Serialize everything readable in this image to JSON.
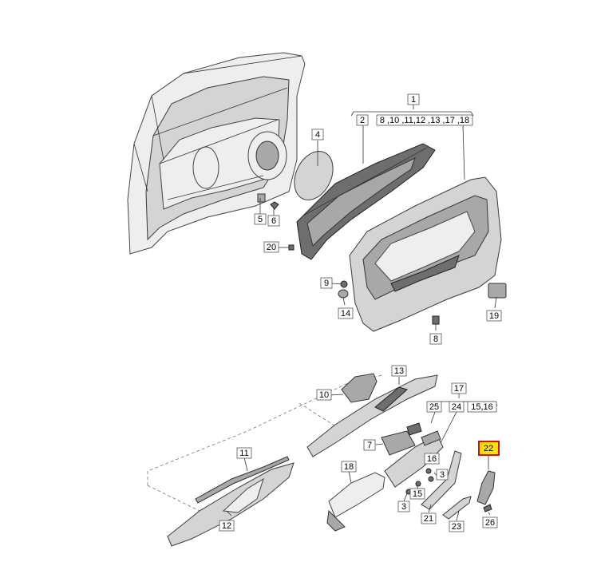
{
  "colors": {
    "highlight_fill": "#ffe100",
    "highlight_border": "#d01010"
  },
  "callouts": {
    "c1": "1",
    "c2": "2",
    "c2_group": "8 ,10 ,11,12 ,13 ,17 ,18",
    "c3a": "3",
    "c3b": "3",
    "c4": "4",
    "c5": "5",
    "c6": "6",
    "c7": "7",
    "c8": "8",
    "c9": "9",
    "c10": "10",
    "c11": "11",
    "c12": "12",
    "c13": "13",
    "c14": "14",
    "c15": "15",
    "c16": "16",
    "c17": "17",
    "c17_group": "15,16",
    "c18": "18",
    "c19": "19",
    "c20": "20",
    "c21": "21",
    "c22": "22",
    "c23": "23",
    "c24": "24",
    "c25": "25",
    "c26": "26"
  },
  "highlighted": "c22"
}
